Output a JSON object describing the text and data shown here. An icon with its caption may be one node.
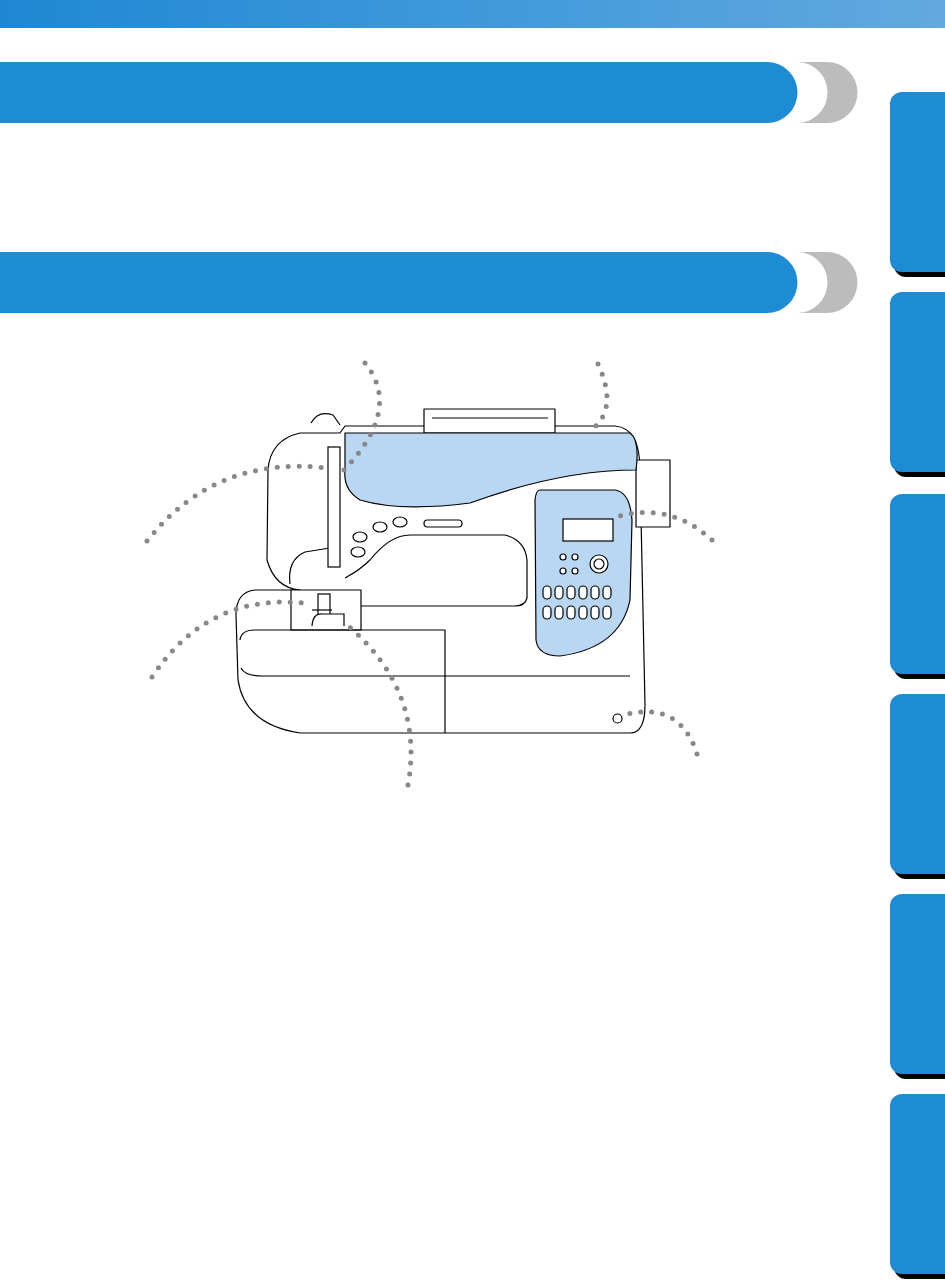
{
  "diagram": {
    "nodes": [
      {
        "text": [],
        "shape": "picture"
      },
      {
        "text": [],
        "shape": "box",
        "in": 0
      },
      {
        "text": [],
        "shape": "box",
        "in": 0
      },
      {
        "text": [],
        "shape": "box",
        "in": 0
      },
      {
        "text": [],
        "shape": "box",
        "in": 0
      },
      {
        "text": [],
        "shape": "box",
        "in": 0
      },
      {
        "text": [],
        "shape": "circle",
        "in": 0
      }
    ],
    "edges": [
      {
        "from": null,
        "to": 1,
        "arrow": "none"
      },
      {
        "from": null,
        "to": 1,
        "arrow": "none"
      },
      {
        "from": null,
        "to": 2,
        "arrow": "none"
      },
      {
        "from": null,
        "to": 3,
        "arrow": "none"
      },
      {
        "from": null,
        "to": 4,
        "arrow": "none"
      },
      {
        "from": null,
        "to": 5,
        "arrow": "none"
      },
      {
        "from": null,
        "to": 6,
        "arrow": "none"
      }
    ]
  }
}
